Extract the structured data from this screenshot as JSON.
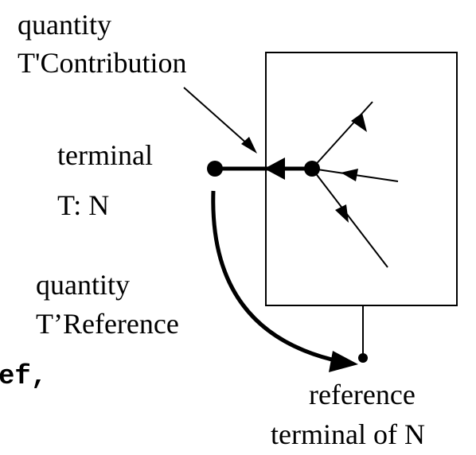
{
  "labels": {
    "quantity_contribution_line1": "quantity",
    "quantity_contribution_line2": "T'Contribution",
    "terminal_line1": "terminal",
    "terminal_line2": "T: N",
    "quantity_reference_line1": "quantity",
    "quantity_reference_line2": "T’Reference",
    "reference_terminal_line1": "reference",
    "reference_terminal_line2": "terminal of N",
    "cut_code_fragment": "ef,"
  }
}
